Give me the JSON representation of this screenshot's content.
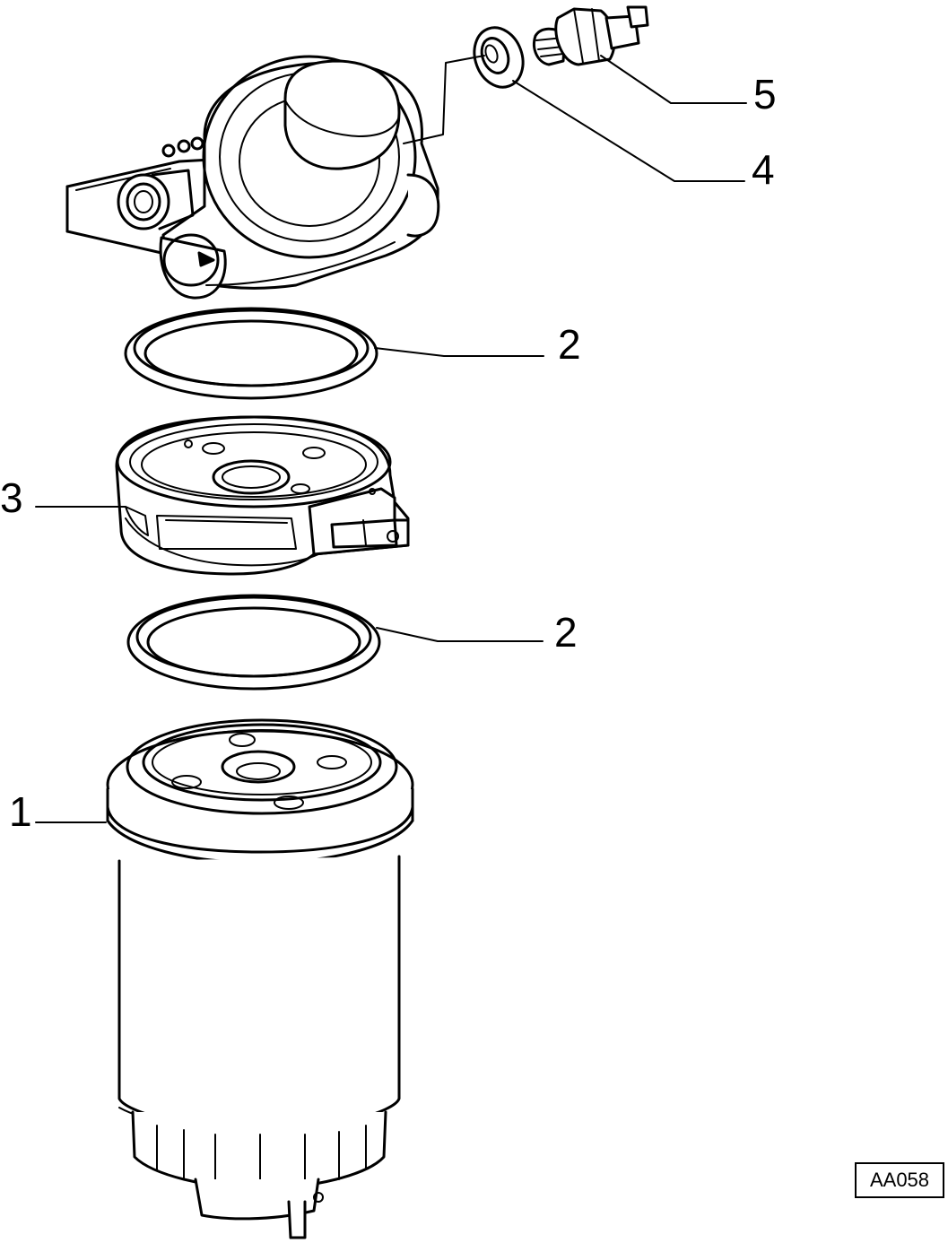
{
  "callouts": {
    "part_1": "1",
    "part_2_upper": "2",
    "part_2_lower": "2",
    "part_3": "3",
    "part_4": "4",
    "part_5": "5"
  },
  "reference_code": "AA058",
  "colors": {
    "line": "#000000",
    "background": "#ffffff"
  }
}
